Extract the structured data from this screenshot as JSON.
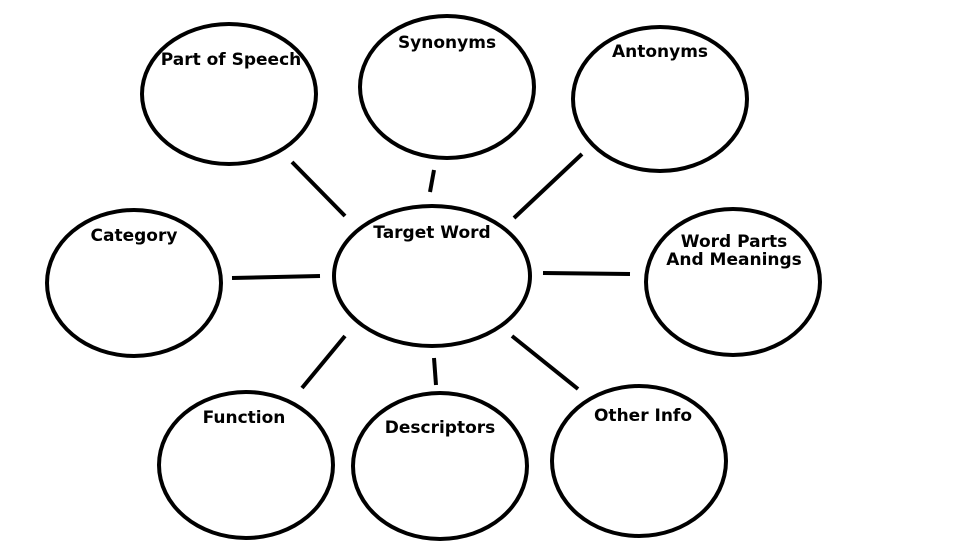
{
  "diagram": {
    "center": {
      "label": "Target Word"
    },
    "nodes": [
      {
        "id": "part-of-speech",
        "label": "Part of Speech"
      },
      {
        "id": "synonyms",
        "label": "Synonyms"
      },
      {
        "id": "antonyms",
        "label": "Antonyms"
      },
      {
        "id": "category",
        "label": "Category"
      },
      {
        "id": "word-parts",
        "label_line1": "Word Parts",
        "label_line2": "And Meanings"
      },
      {
        "id": "function",
        "label": "Function"
      },
      {
        "id": "descriptors",
        "label": "Descriptors"
      },
      {
        "id": "other-info",
        "label": "Other Info"
      }
    ]
  }
}
